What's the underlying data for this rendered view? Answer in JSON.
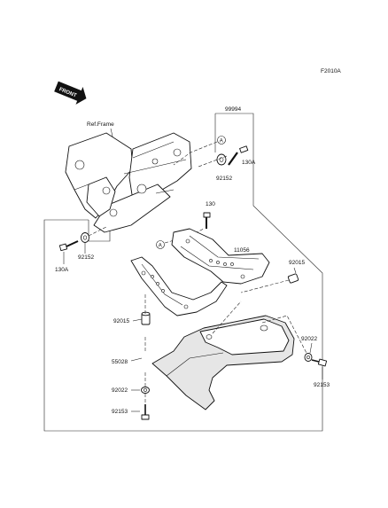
{
  "diagram_code": "F2010A",
  "front_badge": "FRONT",
  "ref_frame_label": "Ref.Frame",
  "callouts": {
    "assembly": "99994",
    "bolt_130a_top": "130A",
    "bolt_130a_left": "130A",
    "bolt_130": "130",
    "washer_92152_top": "92152",
    "washer_92152_left": "92152",
    "bracket_11056": "11056",
    "bushing_92015_right": "92015",
    "bushing_92015_left": "92015",
    "washer_92022_right": "92022",
    "washer_92022_left": "92022",
    "bolt_92153_right": "92153",
    "bolt_92153_left": "92153",
    "cover_55028": "55028"
  },
  "ref_markers": {
    "marker_a_top": "A",
    "marker_a_mid": "A"
  }
}
